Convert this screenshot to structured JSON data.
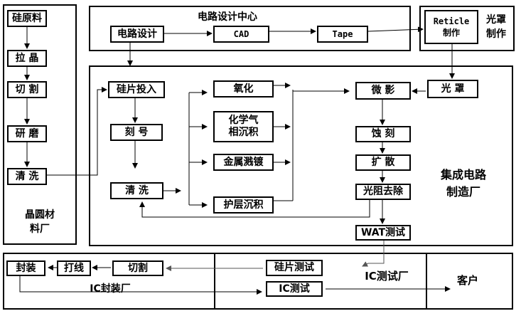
{
  "areas": {
    "wafer_material": "晶圆材\n料厂",
    "design_center": "电路设计中心",
    "photomask": "光罩\n制作",
    "ic_fab": "集成电路\n制造厂",
    "packaging": "IC封装厂",
    "test_house": "IC测试厂",
    "customer": "客户"
  },
  "nodes": {
    "silicon_raw": "硅原料",
    "crystal_pull": "拉 晶",
    "slicing": "切 割",
    "grinding": "研 磨",
    "cleaning_wafer": "清 洗",
    "circuit_design": "电路设计",
    "cad": "CAD",
    "tape": "Tape",
    "reticle": "Reticle\n制作",
    "mask": "光 罩",
    "wafer_start": "硅片投入",
    "marking": "刻 号",
    "cleaning_fab": "清 洗",
    "oxidation": "氧化",
    "cvd": "化学气\n相沉积",
    "sputter": "金属溅镀",
    "passivation": "护层沉积",
    "lithography": "微 影",
    "etch": "蚀 刻",
    "diffusion": "扩 散",
    "strip": "光阻去除",
    "wat": "WAT测试",
    "wafer_test": "硅片测试",
    "ic_test": "IC测试",
    "dicing": "切割",
    "bonding": "打线",
    "packaging_step": "封装"
  },
  "colors": {
    "line": "#000000",
    "connector": "#555555",
    "background": "#ffffff"
  }
}
